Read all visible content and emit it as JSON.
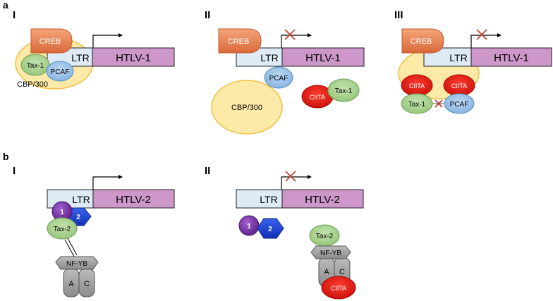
{
  "panel_a": {
    "letter": "a",
    "I": {
      "roman": "I",
      "creb": "CREB",
      "ltr": "LTR",
      "htlv": "HTLV-1",
      "tax": "Tax-1",
      "pcaf": "PCAF",
      "cbp": "CBP/300"
    },
    "II": {
      "roman": "II",
      "creb": "CREB",
      "ltr": "LTR",
      "htlv": "HTLV-1",
      "pcaf": "PCAF",
      "cbp": "CBP/300",
      "ciita": "CIITA",
      "tax": "Tax-1"
    },
    "III": {
      "roman": "III",
      "creb": "CREB",
      "ltr": "LTR",
      "htlv": "HTLV-1",
      "ciita_left": "CIITA",
      "ciita_right": "CIITA",
      "tax": "Tax-1",
      "pcaf": "PCAF"
    }
  },
  "panel_b": {
    "letter": "b",
    "I": {
      "roman": "I",
      "ltr": "LTR",
      "htlv": "HTLV-2",
      "one": "1",
      "two": "2",
      "tax": "Tax-2",
      "nfyb": "NF-YB",
      "a": "A",
      "c": "C"
    },
    "II": {
      "roman": "II",
      "ltr": "LTR",
      "htlv": "HTLV-2",
      "one": "1",
      "two": "2",
      "tax": "Tax-2",
      "nfyb": "NF-YB",
      "a": "A",
      "c": "C",
      "ciita": "CIITA"
    }
  },
  "colors": {
    "ltr_fill": "#deebf7",
    "htlv_fill": "#cd97c9",
    "creb_fill": "#e8824a",
    "cbp_fill": "#fde9a8",
    "tax_fill": "#a9d18e",
    "pcaf_fill": "#9dc3e6",
    "ciita_fill": "#e0130c",
    "purple_fill": "#7030a0",
    "blue_fill": "#1a3fd6",
    "gray_fill": "#a6a6a6",
    "cross": "#c0392b"
  }
}
